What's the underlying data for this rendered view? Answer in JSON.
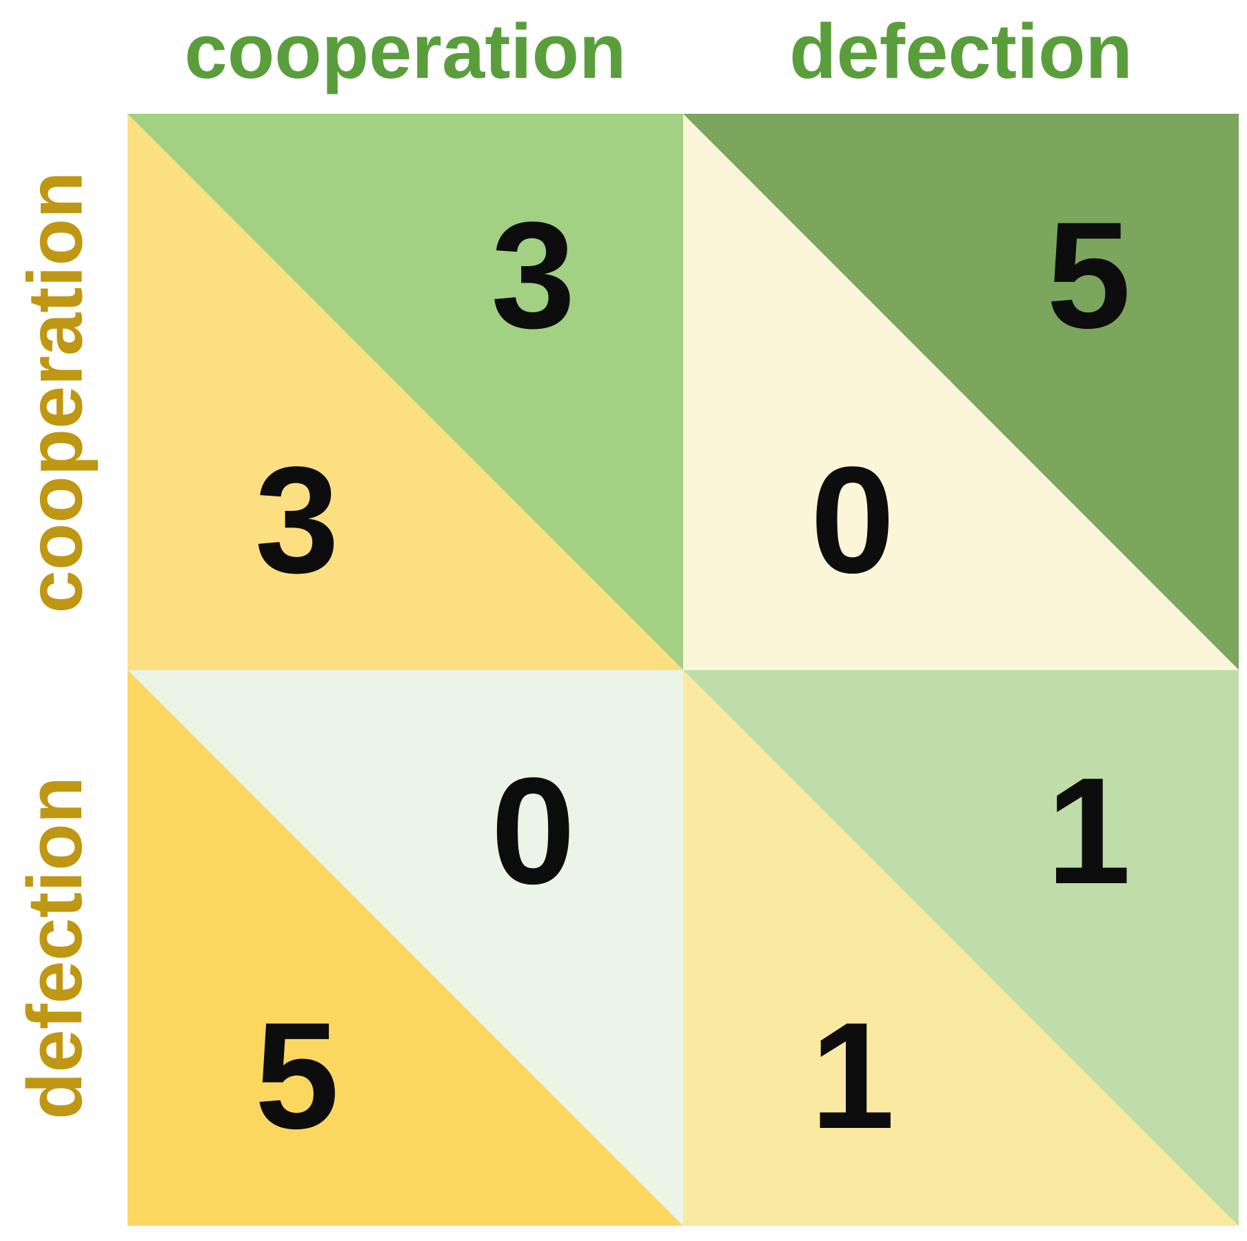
{
  "figure": {
    "type": "game-theory-payoff-matrix",
    "column_headers": [
      "cooperation",
      "defection"
    ],
    "row_headers": [
      "cooperation",
      "defection"
    ]
  },
  "colors": {
    "header_text": "#5a9e3c",
    "row_label_text": "#bf9712",
    "number_text": "#0d0d0d",
    "background": "#ffffff"
  },
  "matrix": {
    "cells": [
      {
        "row": "cooperation",
        "col": "cooperation",
        "row_payoff": "3",
        "col_payoff": "3",
        "row_color": "#fcdf80",
        "col_color": "#a2d183"
      },
      {
        "row": "cooperation",
        "col": "defection",
        "row_payoff": "0",
        "col_payoff": "5",
        "row_color": "#fbf5d9",
        "col_color": "#7ca55e"
      },
      {
        "row": "defection",
        "col": "cooperation",
        "row_payoff": "5",
        "col_payoff": "0",
        "row_color": "#fcd75f",
        "col_color": "#ebf4e6"
      },
      {
        "row": "defection",
        "col": "defection",
        "row_payoff": "1",
        "col_payoff": "1",
        "row_color": "#fae9a0",
        "col_color": "#bedda8"
      }
    ]
  }
}
